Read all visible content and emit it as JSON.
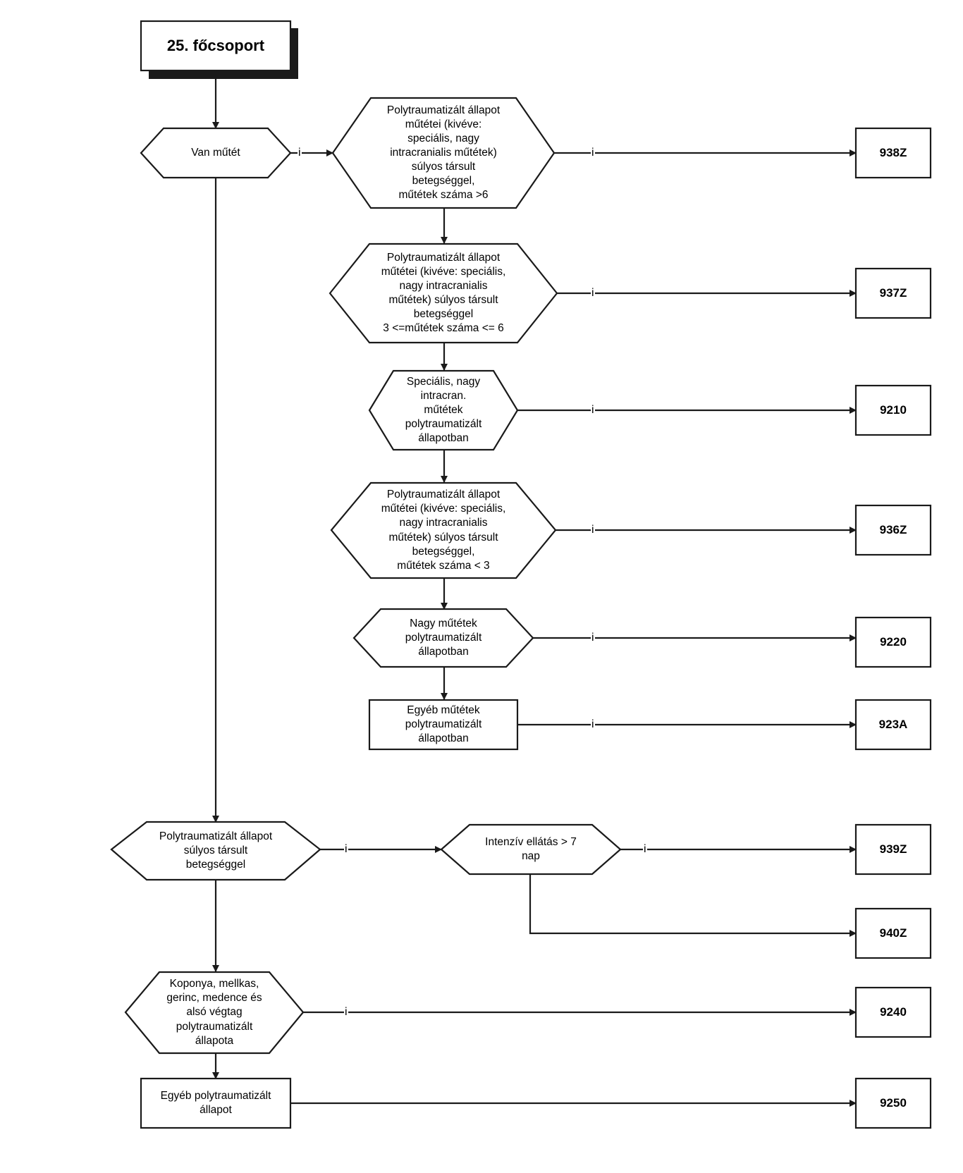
{
  "title": "25. főcsoport",
  "edge_label": "i",
  "decisions": {
    "van_mutet": "Van műtét",
    "d938": "Polytraumatizált állapot\nműtétei (kivéve:\nspeciális, nagy\nintracranialis műtétek)\nsúlyos társult\nbetegséggel,\nműtétek száma >6",
    "d937": "Polytraumatizált állapot\nműtétei (kivéve: speciális,\nnagy intracranialis\nműtétek) súlyos társult\nbetegséggel\n3 <=műtétek száma <= 6",
    "d9210": "Speciális, nagy\nintracran.\nműtétek\npolytraumatizált\nállapotban",
    "d936": "Polytraumatizált állapot\nműtétei (kivéve: speciális,\nnagy intracranialis\nműtétek) súlyos társult\nbetegséggel,\nműtétek száma < 3",
    "d9220": "Nagy műtétek\npolytraumatizált\nállapotban",
    "d_poly_sulyos": "Polytraumatizált állapot\nsúlyos társult\nbetegséggel",
    "d_intenziv": "Intenzív ellátás > 7\nnap",
    "d9240": "Koponya, mellkas,\ngerinc, medence és\nalsó végtag\npolytraumatizált\nállapota"
  },
  "processes": {
    "p923a": "Egyéb műtétek\npolytraumatizált\nállapotban",
    "p9250": "Egyéb polytraumatizált\nállapot"
  },
  "codes": {
    "c938z": "938Z",
    "c937z": "937Z",
    "c9210": "9210",
    "c936z": "936Z",
    "c9220": "9220",
    "c923a": "923A",
    "c939z": "939Z",
    "c940z": "940Z",
    "c9240": "9240",
    "c9250": "9250"
  }
}
